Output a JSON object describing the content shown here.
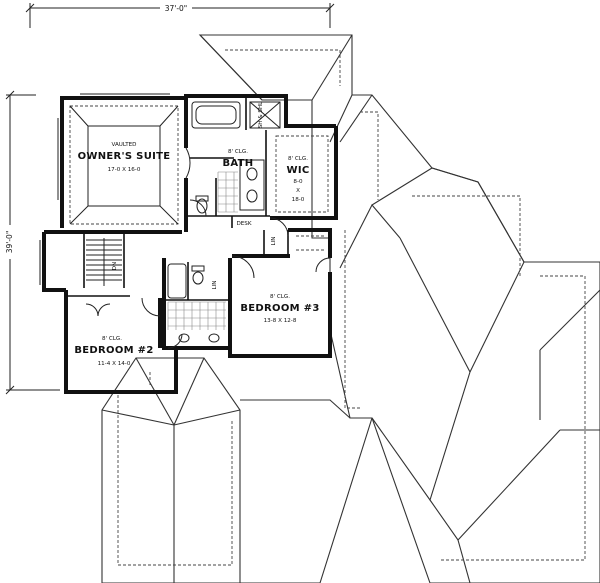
{
  "dimensions": {
    "width": "37'-0\"",
    "depth": "39'-0\""
  },
  "rooms": {
    "owners_suite": {
      "note": "VAULTED",
      "name": "OWNER'S SUITE",
      "size": "17-0 X 16-0"
    },
    "bath": {
      "ceiling": "8' CLG.",
      "name": "BATH"
    },
    "wic": {
      "ceiling": "8' CLG.",
      "name": "WIC",
      "size_a": "8-0",
      "size_x": "X",
      "size_b": "18-0"
    },
    "bedroom3": {
      "ceiling": "8' CLG.",
      "name": "BEDROOM #3",
      "size": "13-8 X 12-8"
    },
    "bedroom2": {
      "ceiling": "8' CLG.",
      "name": "BEDROOM #2",
      "size": "11-4 X 14-0"
    }
  },
  "labels": {
    "desk": "DESK",
    "linen": "LIN",
    "stair": "DN",
    "shelves": "SH & SHL"
  }
}
